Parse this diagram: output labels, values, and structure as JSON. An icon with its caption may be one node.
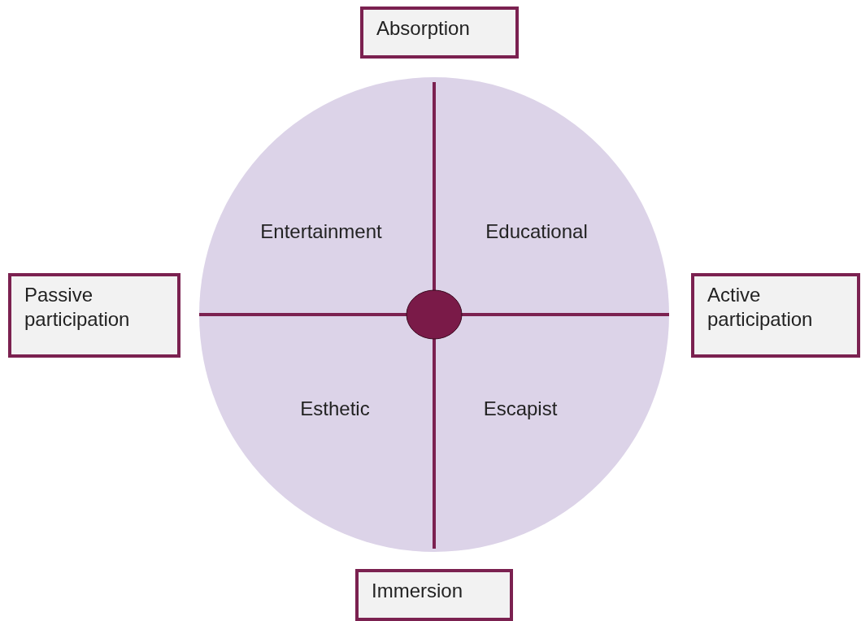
{
  "diagram": {
    "nodes": [
      {
        "text": [
          "Absorption"
        ]
      },
      {
        "text": [
          "Passive participation"
        ]
      },
      {
        "text": [
          "Active participation"
        ]
      },
      {
        "text": [
          "Entertainment",
          "Educational",
          "Esthetic",
          "Escapist"
        ]
      },
      {
        "text": [],
        "shape": "circle",
        "in": 3
      },
      {
        "text": [
          "Immersion"
        ]
      }
    ]
  }
}
